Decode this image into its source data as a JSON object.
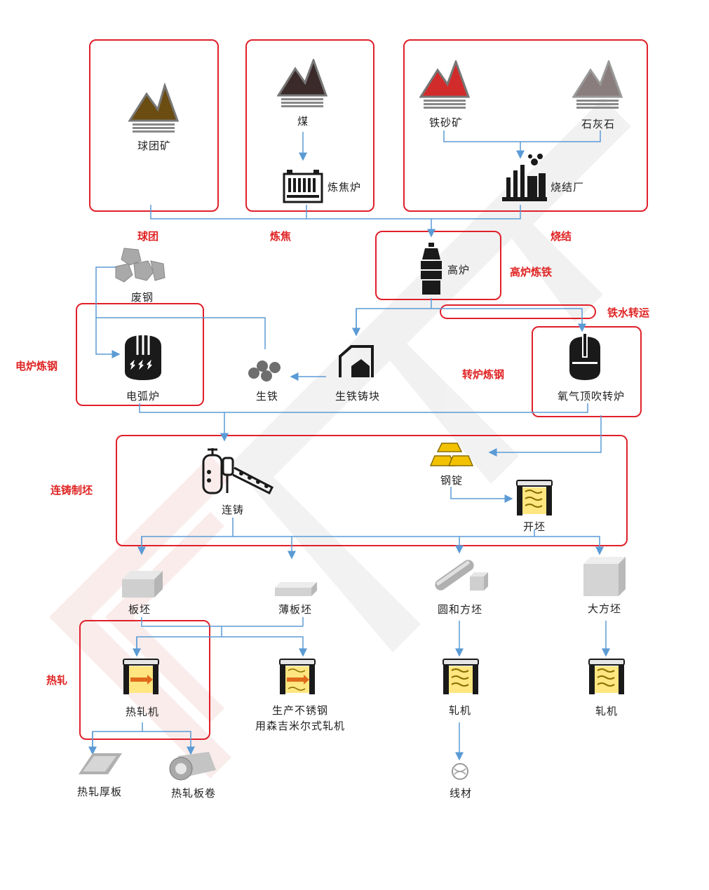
{
  "raw_materials": {
    "pellet_ore": "球团矿",
    "coal": "煤",
    "coke_oven": "炼焦炉",
    "iron_ore": "铁砂矿",
    "limestone": "石灰石",
    "sinter_plant": "烧结厂"
  },
  "stage_labels": {
    "pelletizing": "球团",
    "coking": "炼焦",
    "sintering": "烧结",
    "blast_furnace_ironmaking": "高炉炼铁",
    "hot_metal_transport": "铁水转运",
    "eaf_steelmaking": "电炉炼钢",
    "converter_steelmaking": "转炉炼钢",
    "continuous_casting_billet": "连铸制坯",
    "hot_rolling": "热轧"
  },
  "equipment": {
    "blast_furnace": "高炉",
    "scrap": "废钢",
    "eaf": "电弧炉",
    "pig_iron": "生铁",
    "pig_iron_caster": "生铁铸块",
    "bof": "氧气顶吹转炉",
    "continuous_caster": "连铸",
    "ingot": "钢锭",
    "blooming": "开坯"
  },
  "semi_products": {
    "slab": "板坯",
    "thin_slab": "薄板坯",
    "round_square": "圆和方坯",
    "bloom": "大方坯"
  },
  "mills": {
    "hot_strip_mill": "热轧机",
    "sendzimir_line1": "生产不锈钢",
    "sendzimir_line2": "用森吉米尔式轧机",
    "rolling_mill_1": "轧机",
    "rolling_mill_2": "轧机"
  },
  "products": {
    "hot_plate": "热轧厚板",
    "hot_coil": "热轧板卷",
    "wire": "线材"
  },
  "colors": {
    "red_box": "#e0202a",
    "flow_line": "#5b9bd5",
    "dark_icon": "#1a1a1a",
    "gold": "#f2c200"
  }
}
